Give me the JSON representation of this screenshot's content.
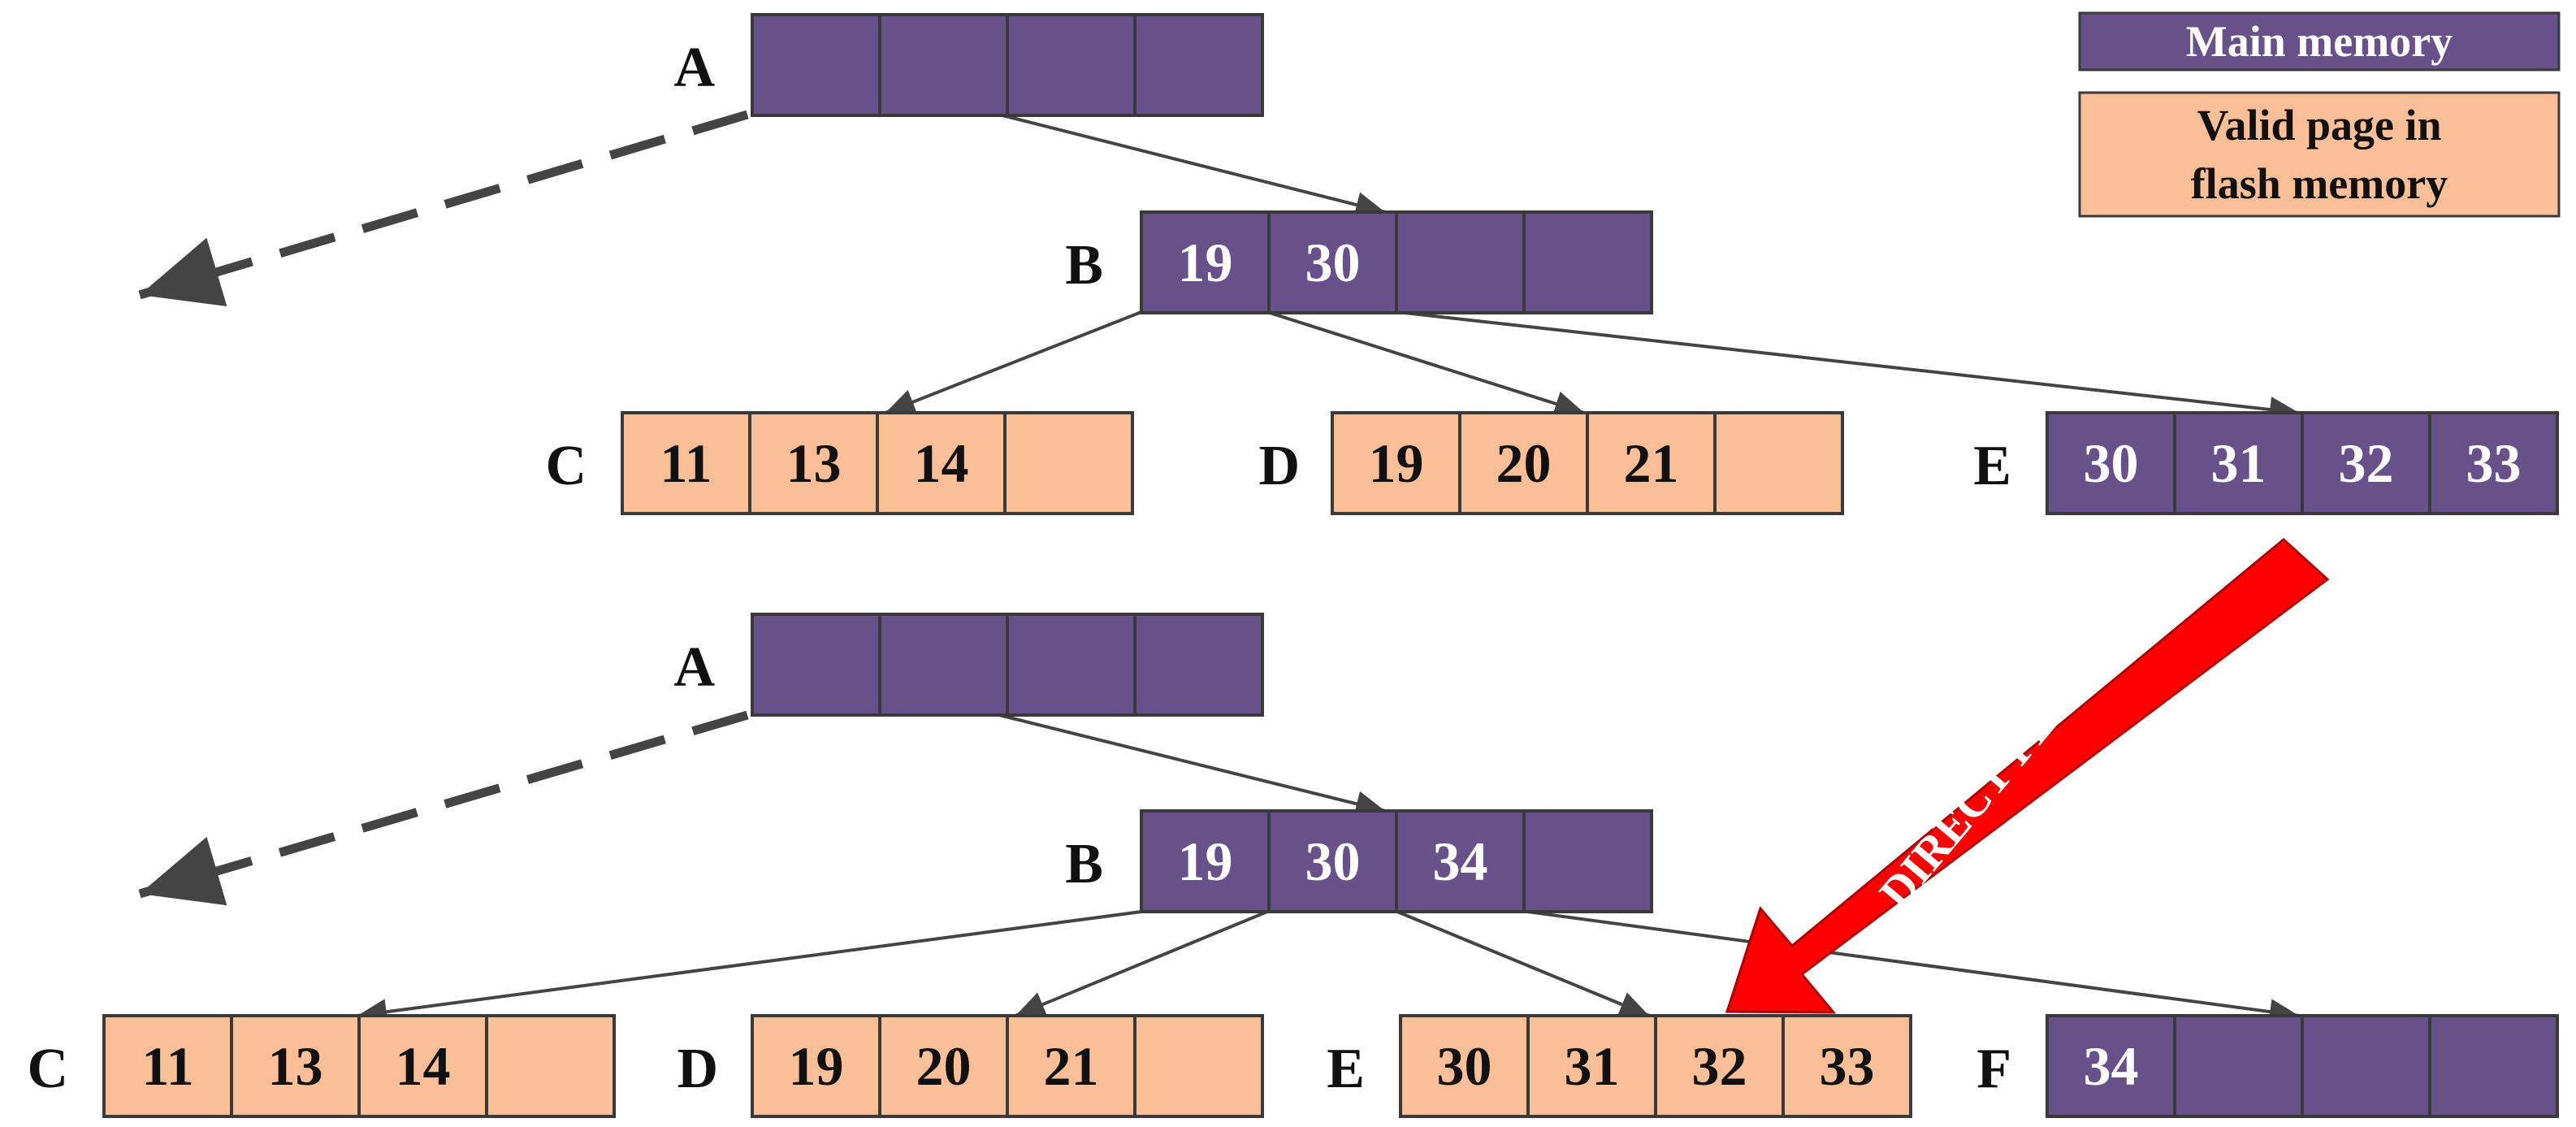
{
  "colors": {
    "main_memory": "#67518a",
    "flash_page": "#fbbf97",
    "border": "#3a3a3a",
    "edge": "#444444",
    "direct_flush": "#ff0000",
    "main_text": "#ffffff",
    "flash_text": "#111111"
  },
  "legend": {
    "main_memory": "Main memory",
    "flash_line1": "Valid page in",
    "flash_line2": "flash memory"
  },
  "direct_flush_label": "DIRECT FLUSH",
  "top_tree": {
    "A": {
      "label": "A",
      "type": "main",
      "keys": [
        "",
        "",
        "",
        ""
      ]
    },
    "B": {
      "label": "B",
      "type": "main",
      "keys": [
        "19",
        "30",
        "",
        ""
      ]
    },
    "C": {
      "label": "C",
      "type": "flash",
      "keys": [
        "11",
        "13",
        "14",
        ""
      ]
    },
    "D": {
      "label": "D",
      "type": "flash",
      "keys": [
        "19",
        "20",
        "21",
        ""
      ]
    },
    "E": {
      "label": "E",
      "type": "main",
      "keys": [
        "30",
        "31",
        "32",
        "33"
      ]
    }
  },
  "bottom_tree": {
    "A": {
      "label": "A",
      "type": "main",
      "keys": [
        "",
        "",
        "",
        ""
      ]
    },
    "B": {
      "label": "B",
      "type": "main",
      "keys": [
        "19",
        "30",
        "34",
        ""
      ]
    },
    "C": {
      "label": "C",
      "type": "flash",
      "keys": [
        "11",
        "13",
        "14",
        ""
      ]
    },
    "D": {
      "label": "D",
      "type": "flash",
      "keys": [
        "19",
        "20",
        "21",
        ""
      ]
    },
    "E": {
      "label": "E",
      "type": "flash",
      "keys": [
        "30",
        "31",
        "32",
        "33"
      ]
    },
    "F": {
      "label": "F",
      "type": "main",
      "keys": [
        "34",
        "",
        "",
        ""
      ]
    }
  }
}
